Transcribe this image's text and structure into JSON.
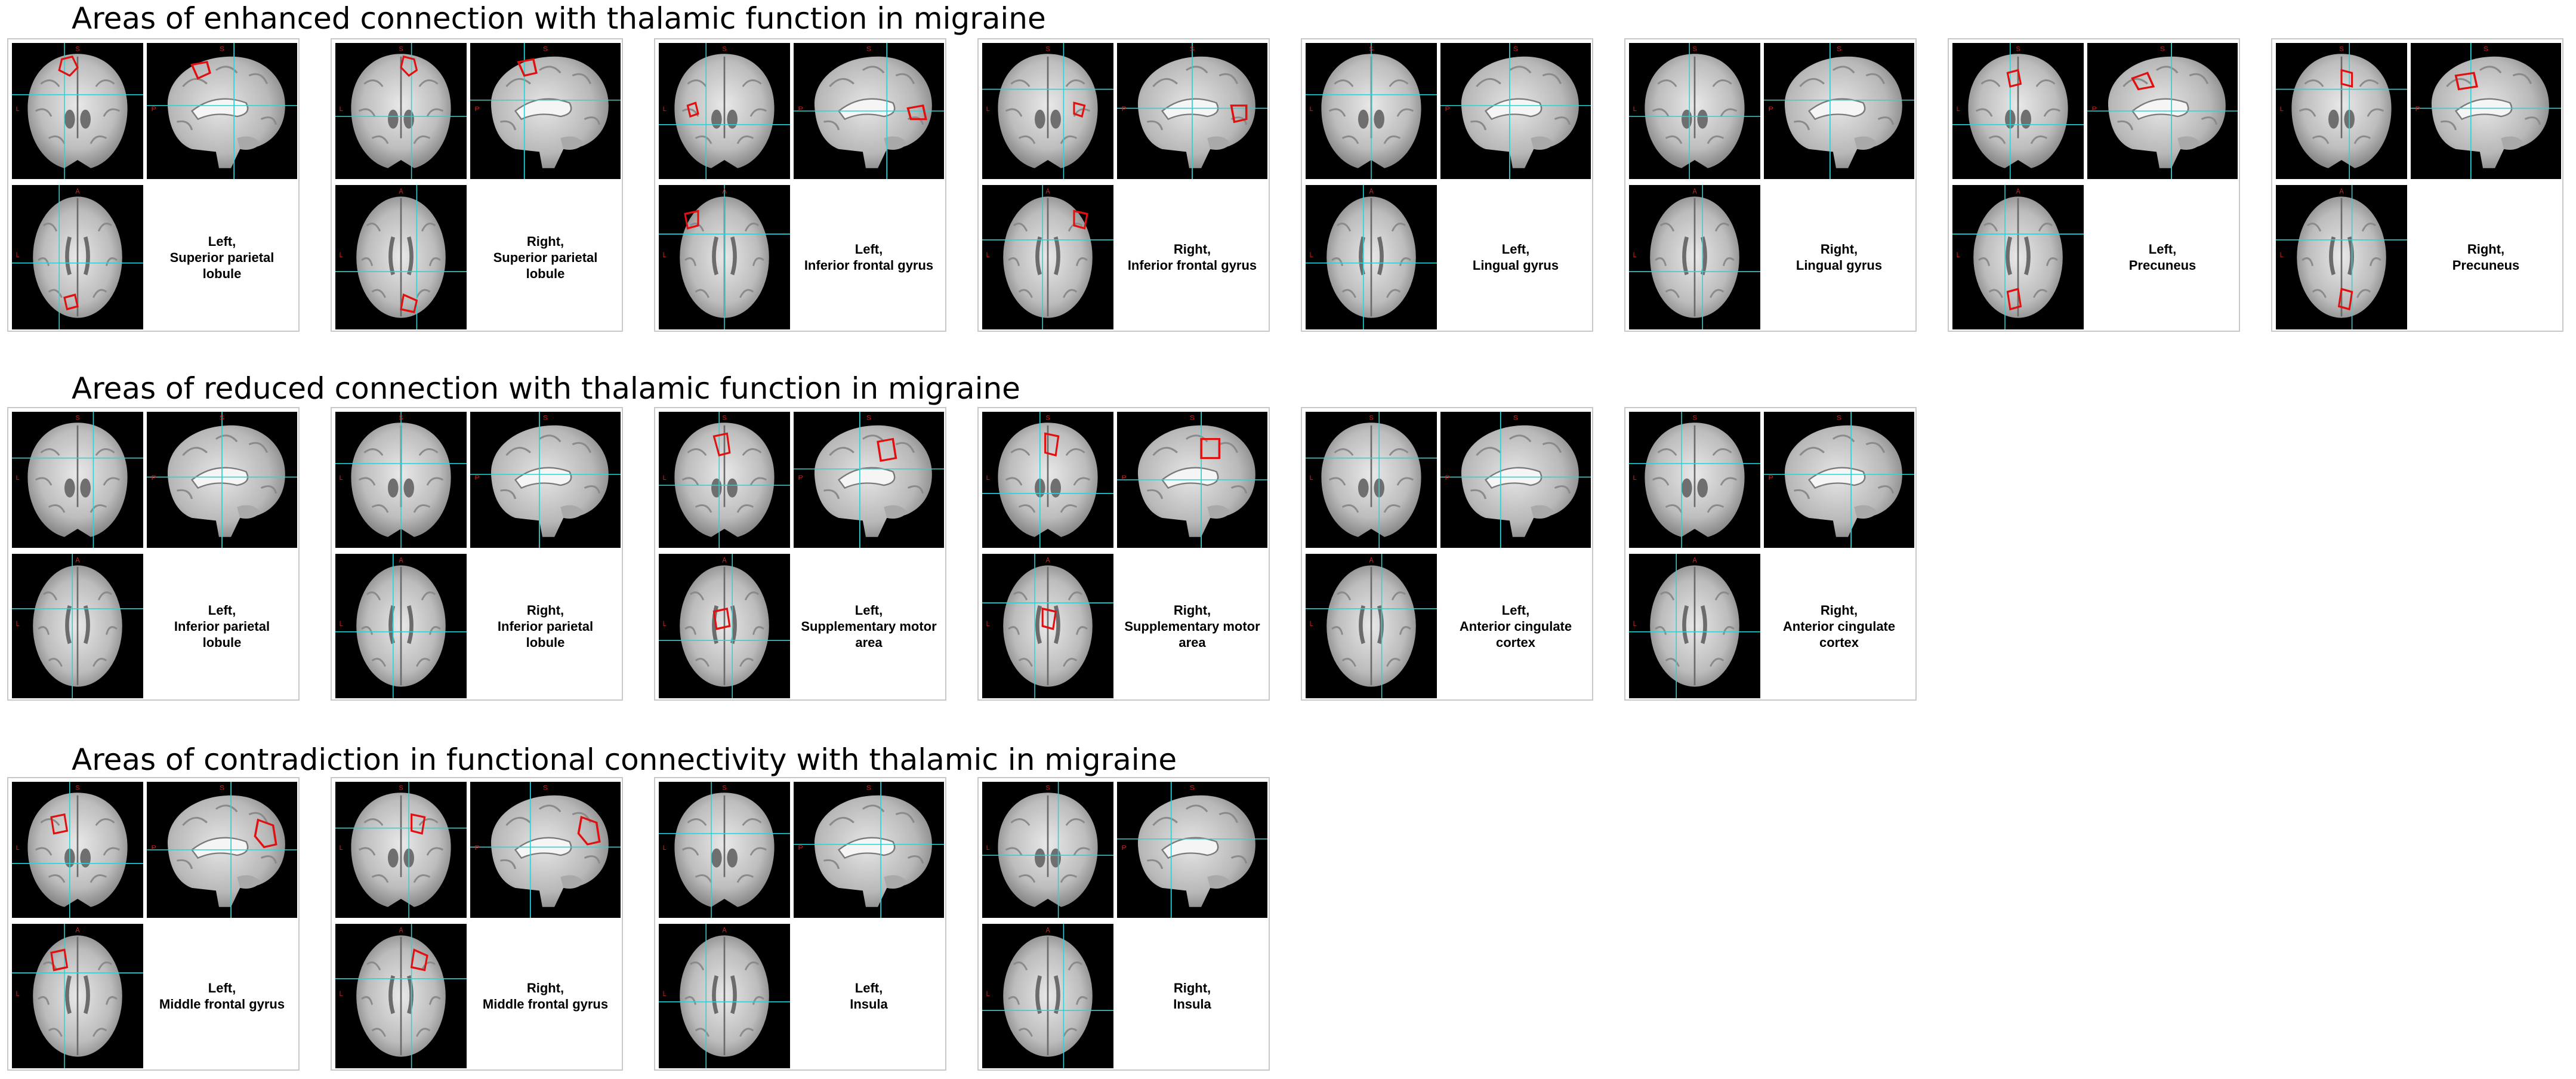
{
  "sections": [
    {
      "title": "Areas of enhanced connection with thalamic function in migraine",
      "panels": [
        {
          "side": "Left,",
          "region": [
            "Superior parietal",
            "lobule"
          ],
          "roi": "sup-parietal-L"
        },
        {
          "side": "Right,",
          "region": [
            "Superior parietal",
            "lobule"
          ],
          "roi": "sup-parietal-R"
        },
        {
          "side": "Left,",
          "region": [
            "Inferior frontal gyrus"
          ],
          "roi": "inf-frontal-L"
        },
        {
          "side": "Right,",
          "region": [
            "Inferior frontal gyrus"
          ],
          "roi": "inf-frontal-R"
        },
        {
          "side": "Left,",
          "region": [
            "Lingual gyrus"
          ],
          "roi": "none"
        },
        {
          "side": "Right,",
          "region": [
            "Lingual gyrus"
          ],
          "roi": "none"
        },
        {
          "side": "Left,",
          "region": [
            "Precuneus"
          ],
          "roi": "precuneus-L"
        },
        {
          "side": "Right,",
          "region": [
            "Precuneus"
          ],
          "roi": "precuneus-R"
        }
      ]
    },
    {
      "title": "Areas of reduced connection with thalamic function in migraine",
      "panels": [
        {
          "side": "Left,",
          "region": [
            "Inferior parietal",
            "lobule"
          ],
          "roi": "none"
        },
        {
          "side": "Right,",
          "region": [
            "Inferior parietal",
            "lobule"
          ],
          "roi": "none"
        },
        {
          "side": "Left,",
          "region": [
            "Supplementary motor",
            "area"
          ],
          "roi": "sma-L"
        },
        {
          "side": "Right,",
          "region": [
            "Supplementary motor",
            "area"
          ],
          "roi": "sma-R"
        },
        {
          "side": "Left,",
          "region": [
            "Anterior cingulate",
            "cortex"
          ],
          "roi": "none"
        },
        {
          "side": "Right,",
          "region": [
            "Anterior cingulate",
            "cortex"
          ],
          "roi": "none"
        }
      ]
    },
    {
      "title": "Areas of contradiction in functional connectivity with thalamic  in migraine",
      "panels": [
        {
          "side": "Left,",
          "region": [
            "Middle frontal gyrus"
          ],
          "roi": "mid-frontal-L"
        },
        {
          "side": "Right,",
          "region": [
            "Middle frontal gyrus"
          ],
          "roi": "mid-frontal-R"
        },
        {
          "side": "Left,",
          "region": [
            "Insula"
          ],
          "roi": "none"
        },
        {
          "side": "Right,",
          "region": [
            "Insula"
          ],
          "roi": "none"
        }
      ]
    }
  ],
  "orientation_labels": {
    "superior": "S",
    "anterior": "A",
    "left": "L",
    "posterior": "P"
  },
  "colors": {
    "crosshair": "#2fd2d2",
    "roi_outline": "#e01010",
    "orientation_label": "#cc2222",
    "background": "#000000"
  }
}
